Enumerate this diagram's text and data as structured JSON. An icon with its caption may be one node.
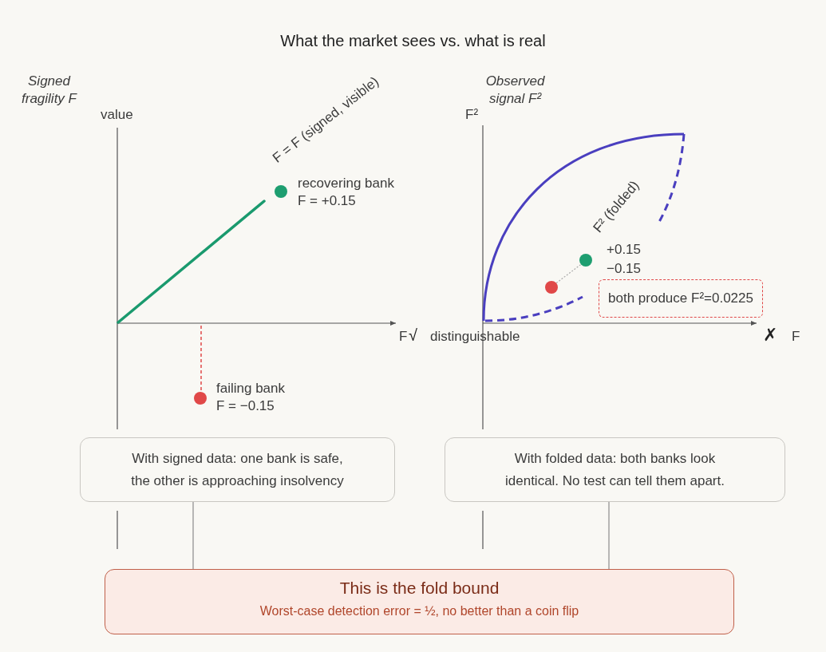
{
  "diagram": {
    "title": "What the market sees vs. what is real",
    "nodes": [
      {
        "text": [
          "both produce F²=0.0225"
        ]
      },
      {
        "text": [
          "With signed data: one bank is safe, the other is approaching insolvency"
        ]
      },
      {
        "text": [
          "With folded data: both banks look identical. No test can tell them apart."
        ]
      },
      {
        "text": [
          "This is the fold bound",
          "Worst-case detection error = ½, no better than a coin flip"
        ]
      }
    ],
    "edges": [
      {
        "from": 1,
        "to": 3,
        "arrow": "none"
      },
      {
        "from": 2,
        "to": 3,
        "arrow": "none"
      }
    ],
    "labels": [
      "Signed fragility F",
      "Observed signal F²",
      "value",
      "F²",
      "F = F (signed, visible)",
      "recovering bank",
      "F = +0.15",
      "F² (folded)",
      "+0.15",
      "−0.15",
      "F",
      "√",
      "distinguishable",
      "✗",
      "F",
      "failing bank",
      "F = −0.15"
    ]
  }
}
